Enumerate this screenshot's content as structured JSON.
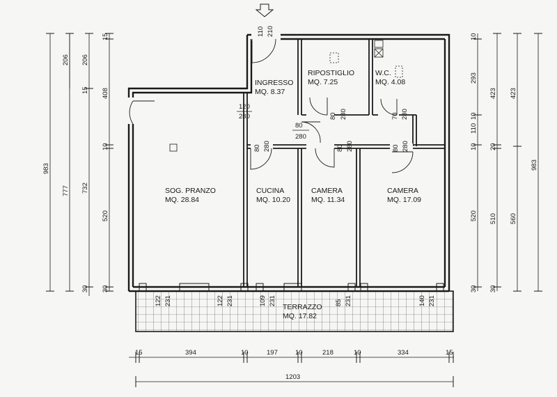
{
  "rooms": {
    "soggiorno": {
      "name": "SOG. PRANZO",
      "area": "MQ. 28.84"
    },
    "ingresso": {
      "name": "INGRESSO",
      "area": "MQ. 8.37"
    },
    "ripostiglio": {
      "name": "RIPOSTIGLIO",
      "area": "MQ. 7.25"
    },
    "wc": {
      "name": "W.C.",
      "area": "MQ. 4.08"
    },
    "cucina": {
      "name": "CUCINA",
      "area": "MQ. 10.20"
    },
    "camera1": {
      "name": "CAMERA",
      "area": "MQ. 11.34"
    },
    "camera2": {
      "name": "CAMERA",
      "area": "MQ. 17.09"
    },
    "terrazzo": {
      "name": "TERRAZZO",
      "area": "MQ. 17.82"
    }
  },
  "left_dims": {
    "chain_a": [
      "983"
    ],
    "chain_b": [
      "777"
    ],
    "chain_c": [
      "206",
      "732",
      "30"
    ],
    "chain_d": [
      "206",
      "15"
    ],
    "chain_e": [
      "15",
      "408",
      "10",
      "520",
      "30"
    ]
  },
  "right_dims": {
    "chain_a": [
      "10",
      "293",
      "10",
      "110",
      "10",
      "520",
      "30"
    ],
    "chain_b": [
      "423",
      "20",
      "510",
      "30"
    ],
    "chain_c": [
      "423",
      "560"
    ],
    "chain_d": [
      "983"
    ]
  },
  "bottom_dims": {
    "segments": [
      "15",
      "394",
      "10",
      "197",
      "10",
      "218",
      "10",
      "334",
      "15"
    ],
    "total": "1203"
  },
  "openings": {
    "ingresso_door": [
      "110",
      "210"
    ],
    "ingresso_side": [
      "120",
      "280"
    ],
    "corridor": [
      "80",
      "280"
    ],
    "ripost_door": [
      "80",
      "280"
    ],
    "wc_door": [
      "70",
      "280"
    ],
    "cucina_door": [
      "80",
      "280"
    ],
    "camera1_door": [
      "80",
      "280"
    ],
    "camera2_door": [
      "80",
      "280"
    ],
    "sog_window": [
      "122",
      "231"
    ],
    "sog_window2": [
      "122",
      "231"
    ],
    "cucina_window": [
      "109",
      "231"
    ],
    "camera1_window": [
      "85",
      "231"
    ],
    "camera2_window": [
      "140",
      "231"
    ]
  }
}
